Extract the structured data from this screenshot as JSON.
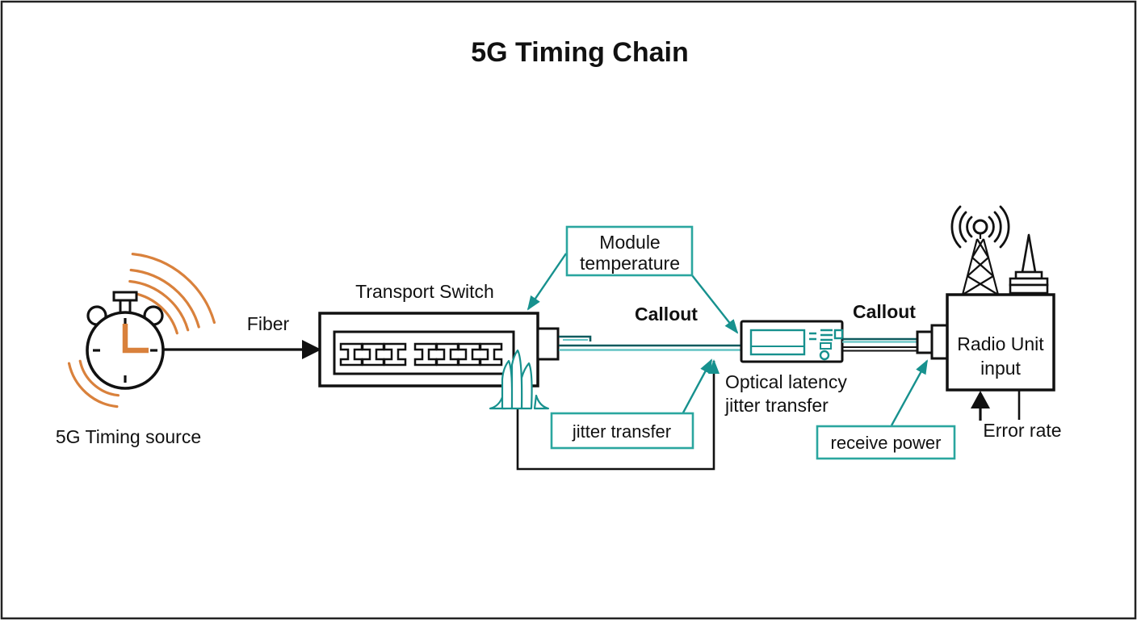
{
  "title": "5G Timing Chain",
  "colors": {
    "teal": "#17918e",
    "teal_border": "#2aa69f",
    "fiber_dark": "#0d5a5e",
    "fiber_light": "#63c4c4",
    "orange": "#d9813c",
    "ink": "#111111"
  },
  "nodes": {
    "timing_source": {
      "label": "5G Timing source"
    },
    "fiber_link": {
      "label": "Fiber"
    },
    "transport_switch": {
      "label": "Transport Switch"
    },
    "optical_module": {
      "label_line1": "Optical latency",
      "label_line2": "jitter transfer"
    },
    "radio_unit": {
      "label_line1": "Radio Unit",
      "label_line2": "input"
    },
    "error_rate": {
      "label": "Error rate"
    }
  },
  "callouts": {
    "callout_label_left": "Callout",
    "callout_label_right": "Callout",
    "module_temperature": {
      "line1": "Module",
      "line2": "temperature"
    },
    "jitter_transfer": {
      "label": "jitter transfer"
    },
    "receive_power": {
      "label": "receive power"
    }
  }
}
